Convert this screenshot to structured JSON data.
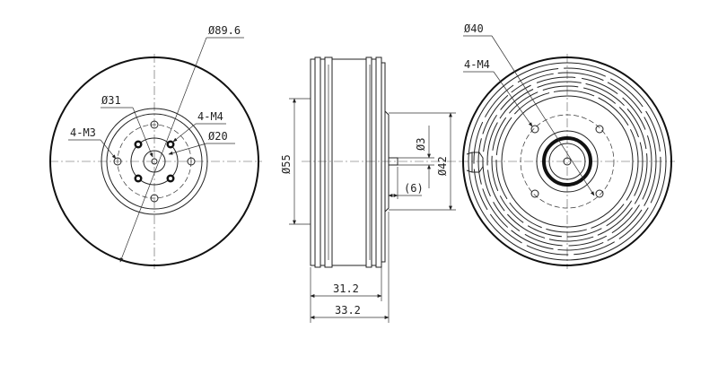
{
  "front_view": {
    "outer_diameter": "Ø89.6",
    "bolt_circle": "Ø31",
    "center_diameter": "Ø20",
    "holes_m4": "4-M4",
    "holes_m3": "4-M3"
  },
  "side_view": {
    "body_diameter": "Ø55",
    "shaft_diameter": "Ø3",
    "hub_diameter": "Ø42",
    "shaft_length": "(6)",
    "body_length": "31.2",
    "total_length": "33.2"
  },
  "rear_view": {
    "bolt_circle": "Ø40",
    "holes_m4": "4-M4"
  },
  "colors": {
    "line": "#111111",
    "background": "#ffffff"
  }
}
